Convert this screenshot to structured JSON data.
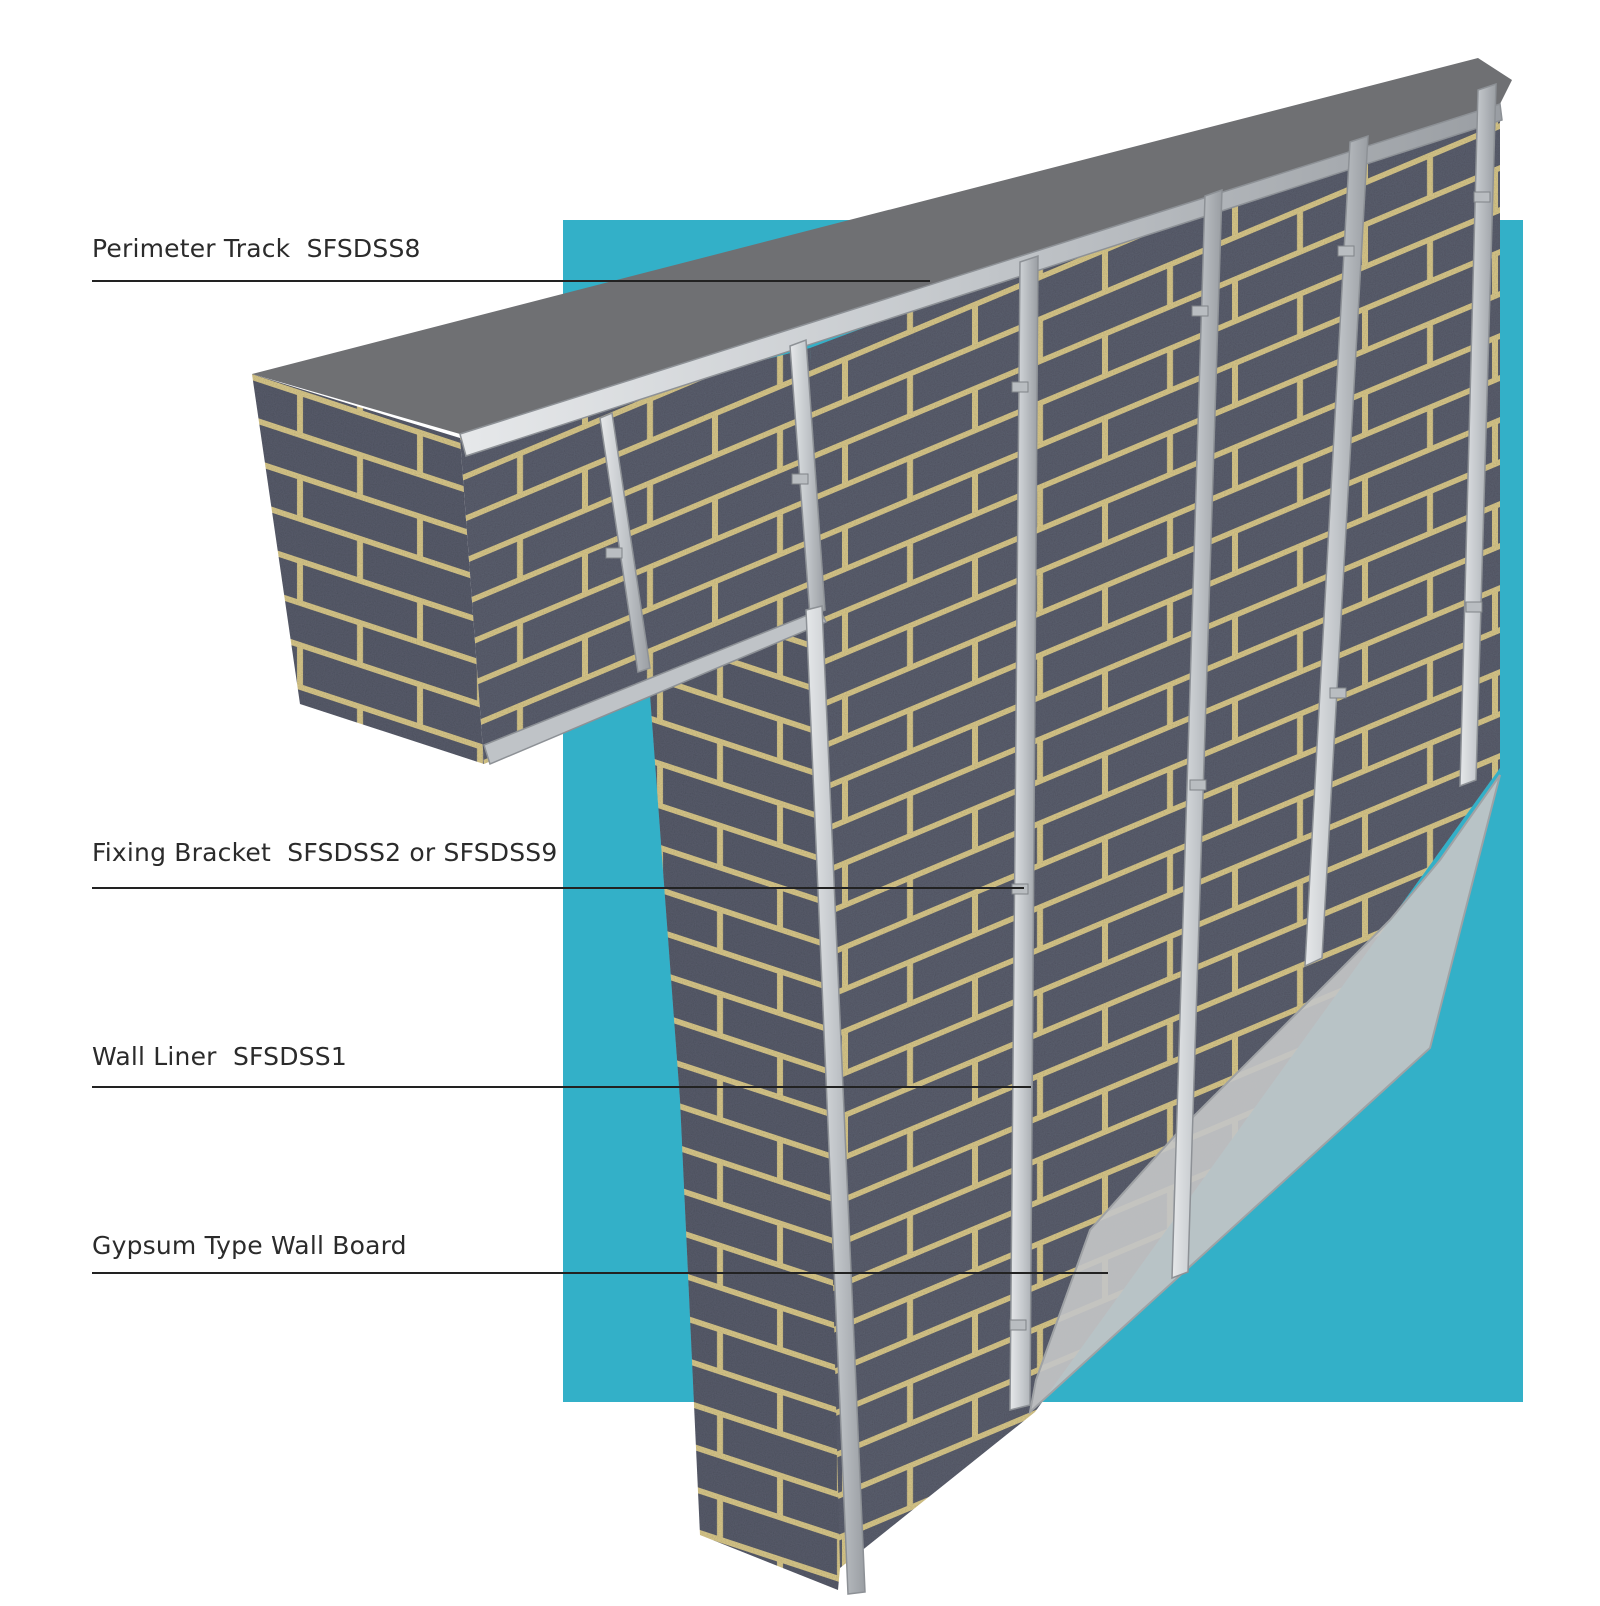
{
  "colors": {
    "background_panel": "#33b0c8",
    "block_face": "#5b5f6e",
    "mortar": "#d9c88a",
    "steel": "#c8ccd0",
    "steel_edge": "#8d9196",
    "track_top": "#6f7073",
    "gypsum_board": "#c3c4c6"
  },
  "callouts": [
    {
      "label": "Perimeter Track  SFSDSS8"
    },
    {
      "label": "Fixing Bracket  SFSDSS2 or SFSDSS9"
    },
    {
      "label": "Wall Liner  SFSDSS1"
    },
    {
      "label": "Gypsum Type Wall Board"
    }
  ]
}
